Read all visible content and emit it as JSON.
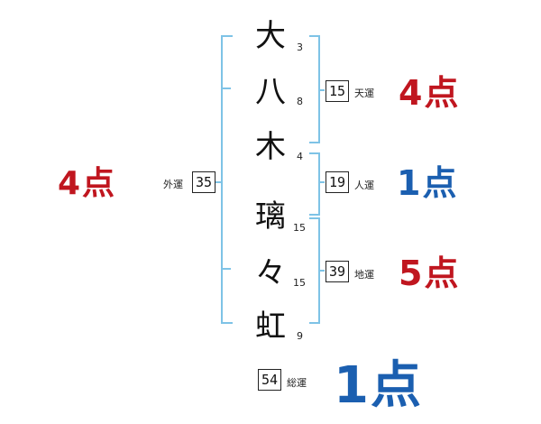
{
  "name_chars": [
    {
      "char": "大",
      "strokes": "3"
    },
    {
      "char": "八",
      "strokes": "8"
    },
    {
      "char": "木",
      "strokes": "4"
    },
    {
      "char": "璃",
      "strokes": "15"
    },
    {
      "char": "々",
      "strokes": "15"
    },
    {
      "char": "虹",
      "strokes": "9"
    }
  ],
  "fortunes": {
    "gaiun": {
      "label": "外運",
      "value": "35",
      "score": "4点"
    },
    "tenun": {
      "label": "天運",
      "value": "15",
      "score": "4点"
    },
    "jinun": {
      "label": "人運",
      "value": "19",
      "score": "1点"
    },
    "chiun": {
      "label": "地運",
      "value": "39",
      "score": "5点"
    },
    "souun": {
      "label": "総運",
      "value": "54",
      "score": "1点"
    }
  },
  "colors": {
    "good": "#c0161f",
    "bad": "#1b5fb0",
    "bracket": "#7ec3e6"
  }
}
